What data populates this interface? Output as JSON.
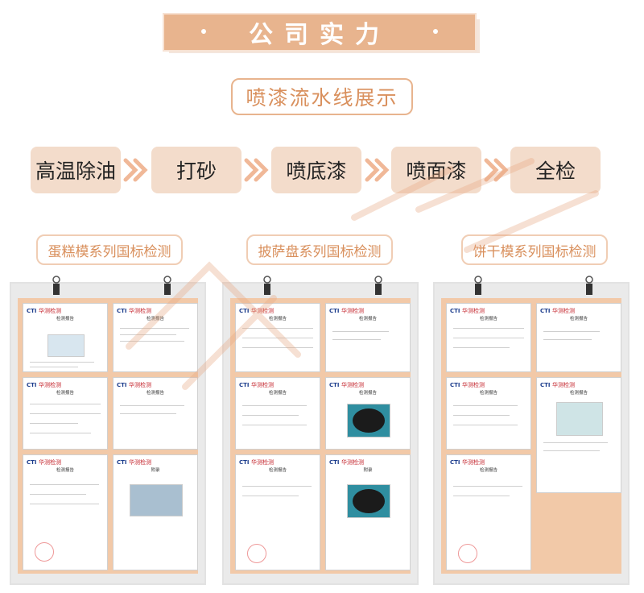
{
  "header": {
    "title": "公司实力",
    "subtitle": "喷漆流水线展示"
  },
  "process": {
    "steps": [
      {
        "label": "高温除油"
      },
      {
        "label": "打砂"
      },
      {
        "label": "喷底漆"
      },
      {
        "label": "喷面漆"
      },
      {
        "label": "全检"
      }
    ]
  },
  "categories": [
    {
      "label": "蛋糕模系列国标检测"
    },
    {
      "label": "披萨盘系列国标检测"
    },
    {
      "label": "饼干模系列国标检测"
    }
  ],
  "report": {
    "brand": "CTI",
    "brand_cn": "华测检测",
    "doc_title": "检测报告",
    "appendix": "附录"
  },
  "colors": {
    "accent": "#e8b48e",
    "accent_text": "#d9905d",
    "step_bg": "#f3dccb",
    "board": "#f2c9a8"
  }
}
